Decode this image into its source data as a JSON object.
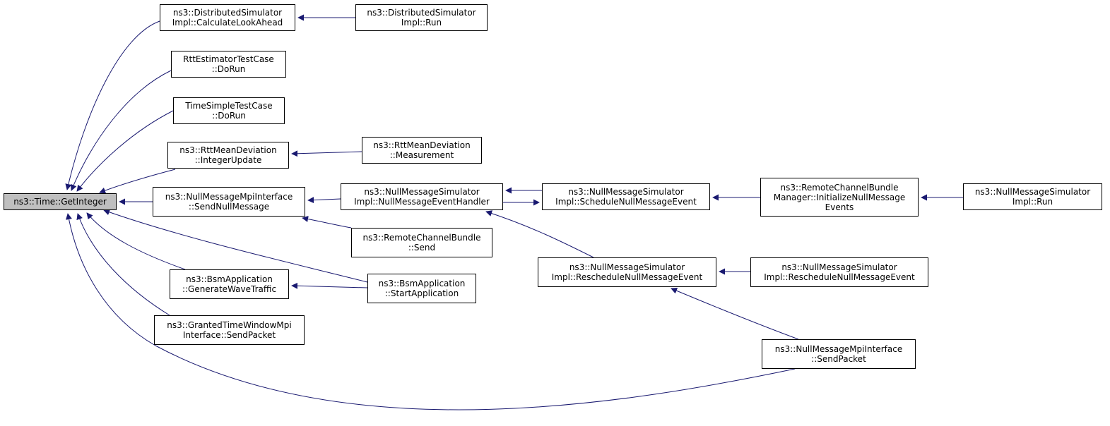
{
  "graph": {
    "edge_color": "#191970",
    "root_fill": "#bfbfbf",
    "nodes": [
      {
        "id": "root",
        "lines": [
          "ns3::Time::GetInteger"
        ]
      },
      {
        "id": "dsi-calc",
        "lines": [
          "ns3::DistributedSimulator",
          "Impl::CalculateLookAhead"
        ]
      },
      {
        "id": "dsi-run",
        "lines": [
          "ns3::DistributedSimulator",
          "Impl::Run"
        ]
      },
      {
        "id": "rtt-est",
        "lines": [
          "RttEstimatorTestCase",
          "::DoRun"
        ]
      },
      {
        "id": "time-simple",
        "lines": [
          "TimeSimpleTestCase",
          "::DoRun"
        ]
      },
      {
        "id": "rtt-int",
        "lines": [
          "ns3::RttMeanDeviation",
          "::IntegerUpdate"
        ]
      },
      {
        "id": "rtt-meas",
        "lines": [
          "ns3::RttMeanDeviation",
          "::Measurement"
        ]
      },
      {
        "id": "nmmi-send-null",
        "lines": [
          "ns3::NullMessageMpiInterface",
          "::SendNullMessage"
        ]
      },
      {
        "id": "nmsi-handler",
        "lines": [
          "ns3::NullMessageSimulator",
          "Impl::NullMessageEventHandler"
        ]
      },
      {
        "id": "nmsi-sched",
        "lines": [
          "ns3::NullMessageSimulator",
          "Impl::ScheduleNullMessageEvent"
        ]
      },
      {
        "id": "rcbm-init",
        "lines": [
          "ns3::RemoteChannelBundle",
          "Manager::InitializeNullMessage",
          "Events"
        ]
      },
      {
        "id": "nmsi-run",
        "lines": [
          "ns3::NullMessageSimulator",
          "Impl::Run"
        ]
      },
      {
        "id": "rcb-send",
        "lines": [
          "ns3::RemoteChannelBundle",
          "::Send"
        ]
      },
      {
        "id": "nmsi-resched",
        "lines": [
          "ns3::NullMessageSimulator",
          "Impl::RescheduleNullMessageEvent"
        ]
      },
      {
        "id": "nmsi-resched2",
        "lines": [
          "ns3::NullMessageSimulator",
          "Impl::RescheduleNullMessageEvent"
        ]
      },
      {
        "id": "bsm-gen",
        "lines": [
          "ns3::BsmApplication",
          "::GenerateWaveTraffic"
        ]
      },
      {
        "id": "bsm-start",
        "lines": [
          "ns3::BsmApplication",
          "::StartApplication"
        ]
      },
      {
        "id": "gtw-send",
        "lines": [
          "ns3::GrantedTimeWindowMpi",
          "Interface::SendPacket"
        ]
      },
      {
        "id": "nmmi-send-packet",
        "lines": [
          "ns3::NullMessageMpiInterface",
          "::SendPacket"
        ]
      }
    ],
    "edges": [
      {
        "from": "dsi-calc",
        "to": "root"
      },
      {
        "from": "rtt-est",
        "to": "root"
      },
      {
        "from": "time-simple",
        "to": "root"
      },
      {
        "from": "rtt-int",
        "to": "root"
      },
      {
        "from": "nmmi-send-null",
        "to": "root"
      },
      {
        "from": "bsm-start",
        "to": "root"
      },
      {
        "from": "bsm-gen",
        "to": "root"
      },
      {
        "from": "gtw-send",
        "to": "root"
      },
      {
        "from": "nmmi-send-packet",
        "to": "root"
      },
      {
        "from": "dsi-run",
        "to": "dsi-calc"
      },
      {
        "from": "rtt-meas",
        "to": "rtt-int"
      },
      {
        "from": "nmsi-handler",
        "to": "nmmi-send-null"
      },
      {
        "from": "rcb-send",
        "to": "nmmi-send-null"
      },
      {
        "from": "nmsi-sched",
        "to": "nmsi-handler"
      },
      {
        "from": "nmsi-handler",
        "to": "nmsi-sched"
      },
      {
        "from": "nmsi-resched",
        "to": "nmsi-handler"
      },
      {
        "from": "rcbm-init",
        "to": "nmsi-sched"
      },
      {
        "from": "nmsi-run",
        "to": "rcbm-init"
      },
      {
        "from": "nmsi-resched2",
        "to": "nmsi-resched"
      },
      {
        "from": "nmmi-send-packet",
        "to": "nmsi-resched"
      },
      {
        "from": "bsm-start",
        "to": "bsm-gen"
      }
    ]
  }
}
